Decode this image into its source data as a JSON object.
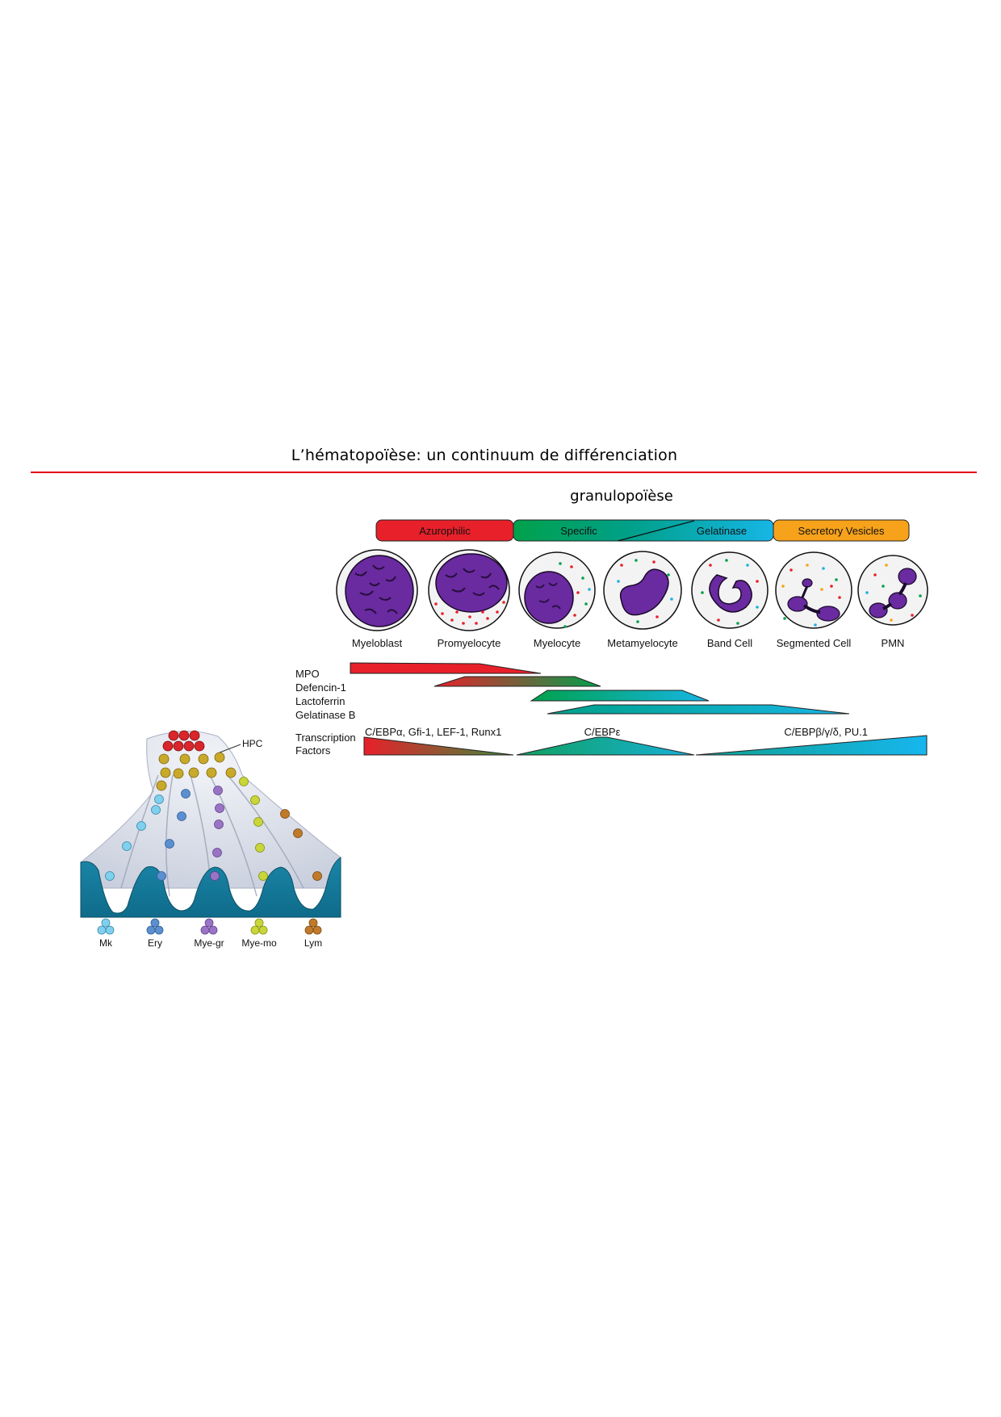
{
  "title": "L’hématopoïèse: un continuum de différenciation",
  "subtitle": "granulopoïèse",
  "phases": [
    {
      "label": "Azurophilic",
      "color": "#e8202a"
    },
    {
      "label": "Specific",
      "color": "#00a14b"
    },
    {
      "label": "Gelatinase",
      "color": "#20b0e0"
    },
    {
      "label": "Secretory Vesicles",
      "color": "#f7a21b"
    }
  ],
  "cells": [
    {
      "label": "Myeloblast"
    },
    {
      "label": "Promyelocyte"
    },
    {
      "label": "Myelocyte"
    },
    {
      "label": "Metamyelocyte"
    },
    {
      "label": "Band Cell"
    },
    {
      "label": "Segmented Cell"
    },
    {
      "label": "PMN"
    }
  ],
  "proteins": [
    {
      "label": "MPO"
    },
    {
      "label": "Defencin-1"
    },
    {
      "label": "Lactoferrin"
    },
    {
      "label": "Gelatinase B"
    }
  ],
  "tf": {
    "label_line1": "Transcription",
    "label_line2": "Factors",
    "group1": "C/EBPα, Gfi-1, LEF-1, Runx1",
    "group2": "C/EBPε",
    "group3": "C/EBPβ/γ/δ, PU.1"
  },
  "lineage": {
    "hpc_label": "HPC",
    "legend": [
      {
        "label": "Mk",
        "color": "#7fd0ee"
      },
      {
        "label": "Ery",
        "color": "#5b8fcf"
      },
      {
        "label": "Mye-gr",
        "color": "#9a74c4"
      },
      {
        "label": "Mye-mo",
        "color": "#c9d63a"
      },
      {
        "label": "Lym",
        "color": "#c07a2a"
      }
    ],
    "hpc_color": "#d9252b",
    "progenitor_color": "#c9a92a"
  }
}
